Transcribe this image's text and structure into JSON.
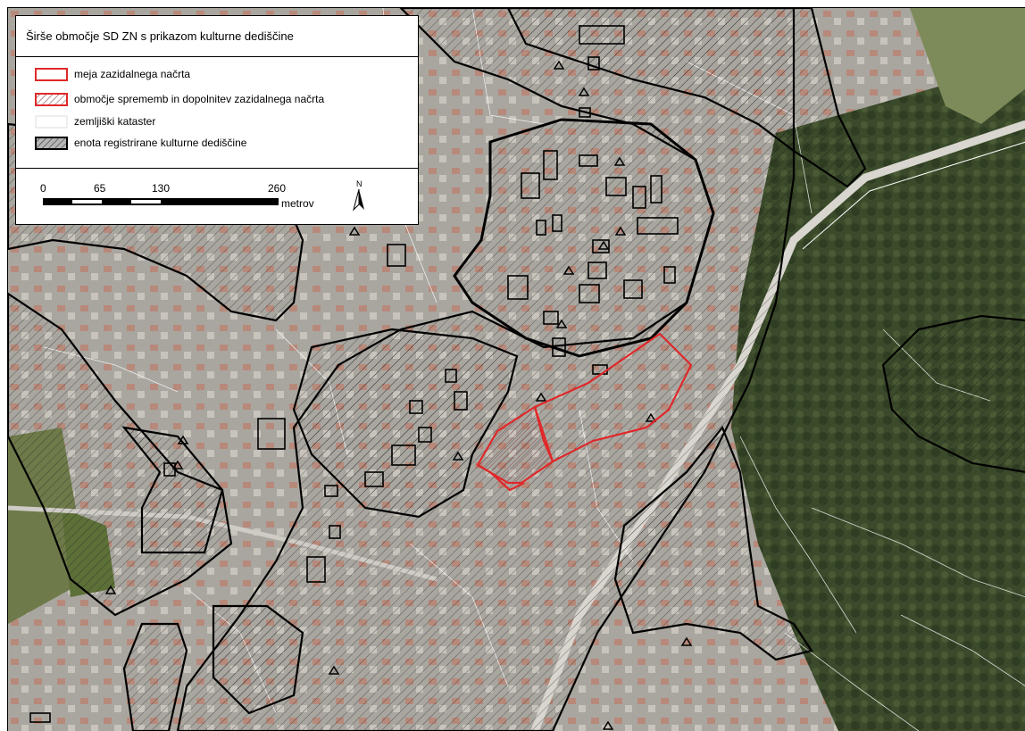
{
  "legend": {
    "title": "Širše območje SD ZN s prikazom kulturne dediščine",
    "items": [
      {
        "label": "meja zazidalnega načrta",
        "icon": "red-outline-swatch-icon"
      },
      {
        "label": "območje sprememb in dopolnitev zazidalnega načrta",
        "icon": "red-hatched-swatch-icon"
      },
      {
        "label": "zemljiški kataster",
        "icon": "cadastre-swatch-icon"
      },
      {
        "label": "enota registrirane kulturne dediščine",
        "icon": "heritage-hatched-swatch-icon"
      }
    ]
  },
  "scalebar": {
    "ticks": [
      "0",
      "65",
      "130",
      "260"
    ],
    "unit": "metrov"
  },
  "north_arrow": {
    "label": "N",
    "icon": "north-arrow-icon"
  },
  "colors": {
    "zn_boundary": "#e0282a",
    "heritage_outline": "#000000",
    "cadastre_lines": "#ffffff",
    "urban_ortho": "#9a9792",
    "forest_ortho": "#3c4c2c"
  }
}
